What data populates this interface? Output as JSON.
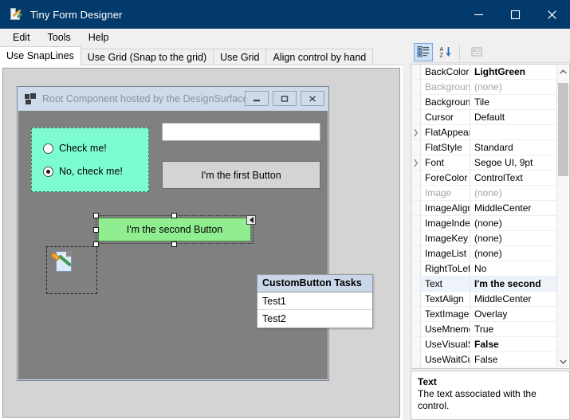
{
  "window": {
    "title": "Tiny Form Designer",
    "icon": "designer-app-icon",
    "minimize_label": "–",
    "maximize_label": "□",
    "close_label": "✕"
  },
  "menubar": {
    "items": [
      {
        "label": "Edit"
      },
      {
        "label": "Tools"
      },
      {
        "label": "Help"
      }
    ]
  },
  "tabs": [
    {
      "label": "Use SnapLines",
      "active": true
    },
    {
      "label": "Use Grid (Snap to the grid)",
      "active": false
    },
    {
      "label": "Use Grid",
      "active": false
    },
    {
      "label": "Align control by hand",
      "active": false
    }
  ],
  "design_surface": {
    "form": {
      "title": "Root Component hosted by the DesignSurface ...",
      "buttons": {
        "minimize": "minimize-glyph",
        "maximize": "restore-glyph",
        "close": "close-glyph"
      }
    },
    "controls": {
      "radio_panel": {
        "name": "radio-panel",
        "backcolor": "#7dfcd0",
        "radios": [
          {
            "label": "Check me!",
            "checked": false
          },
          {
            "label": "No, check me!",
            "checked": true
          }
        ]
      },
      "textbox": {
        "name": "textbox",
        "value": ""
      },
      "first_button": {
        "label": "I'm the first Button",
        "backcolor": "#d4d4d4"
      },
      "second_button": {
        "label": "I'm the second Button",
        "backcolor": "#90ee90",
        "selected": true
      },
      "picturebox": {
        "name": "picturebox",
        "image": "paintbrush-document-icon"
      }
    },
    "tasks_panel": {
      "title": "CustomButton Tasks",
      "items": [
        {
          "label": "Test1"
        },
        {
          "label": "Test2"
        }
      ]
    }
  },
  "property_grid": {
    "toolbar": [
      {
        "name": "categorized-button",
        "icon": "categorized-icon",
        "active": true
      },
      {
        "name": "alphabetical-button",
        "icon": "sort-az-icon",
        "active": false
      },
      {
        "name": "property-pages-button",
        "icon": "property-pages-icon",
        "active": false,
        "disabled": true
      }
    ],
    "rows": [
      {
        "name": "BackColor",
        "value": "LightGreen",
        "bold": true,
        "dim": false,
        "expand": false,
        "selected": false
      },
      {
        "name": "Background",
        "value": "(none)",
        "bold": false,
        "dim": true,
        "expand": false,
        "selected": false
      },
      {
        "name": "Background",
        "value": "Tile",
        "bold": false,
        "dim": false,
        "expand": false,
        "selected": false
      },
      {
        "name": "Cursor",
        "value": "Default",
        "bold": false,
        "dim": false,
        "expand": false,
        "selected": false
      },
      {
        "name": "FlatAppeara",
        "value": "",
        "bold": false,
        "dim": false,
        "expand": true,
        "selected": false
      },
      {
        "name": "FlatStyle",
        "value": "Standard",
        "bold": false,
        "dim": false,
        "expand": false,
        "selected": false
      },
      {
        "name": "Font",
        "value": "Segoe UI, 9pt",
        "bold": false,
        "dim": false,
        "expand": true,
        "selected": false
      },
      {
        "name": "ForeColor",
        "value": "ControlText",
        "bold": false,
        "dim": false,
        "expand": false,
        "selected": false
      },
      {
        "name": "Image",
        "value": "(none)",
        "bold": false,
        "dim": true,
        "expand": false,
        "selected": false
      },
      {
        "name": "ImageAlign",
        "value": "MiddleCenter",
        "bold": false,
        "dim": false,
        "expand": false,
        "selected": false
      },
      {
        "name": "ImageIndex",
        "value": "(none)",
        "bold": false,
        "dim": false,
        "expand": false,
        "selected": false
      },
      {
        "name": "ImageKey",
        "value": "(none)",
        "bold": false,
        "dim": false,
        "expand": false,
        "selected": false
      },
      {
        "name": "ImageList",
        "value": "(none)",
        "bold": false,
        "dim": false,
        "expand": false,
        "selected": false
      },
      {
        "name": "RightToLeft",
        "value": "No",
        "bold": false,
        "dim": false,
        "expand": false,
        "selected": false
      },
      {
        "name": "Text",
        "value": "I'm the second ",
        "bold": true,
        "dim": false,
        "expand": false,
        "selected": true
      },
      {
        "name": "TextAlign",
        "value": "MiddleCenter",
        "bold": false,
        "dim": false,
        "expand": false,
        "selected": false
      },
      {
        "name": "TextImageR",
        "value": "Overlay",
        "bold": false,
        "dim": false,
        "expand": false,
        "selected": false
      },
      {
        "name": "UseMnemoni",
        "value": "True",
        "bold": false,
        "dim": false,
        "expand": false,
        "selected": false
      },
      {
        "name": "UseVisualSty",
        "value": "False",
        "bold": true,
        "dim": false,
        "expand": false,
        "selected": false
      },
      {
        "name": "UseWaitCur",
        "value": "False",
        "bold": false,
        "dim": false,
        "expand": false,
        "selected": false
      }
    ],
    "description": {
      "title": "Text",
      "body": "The text associated with the control."
    }
  }
}
